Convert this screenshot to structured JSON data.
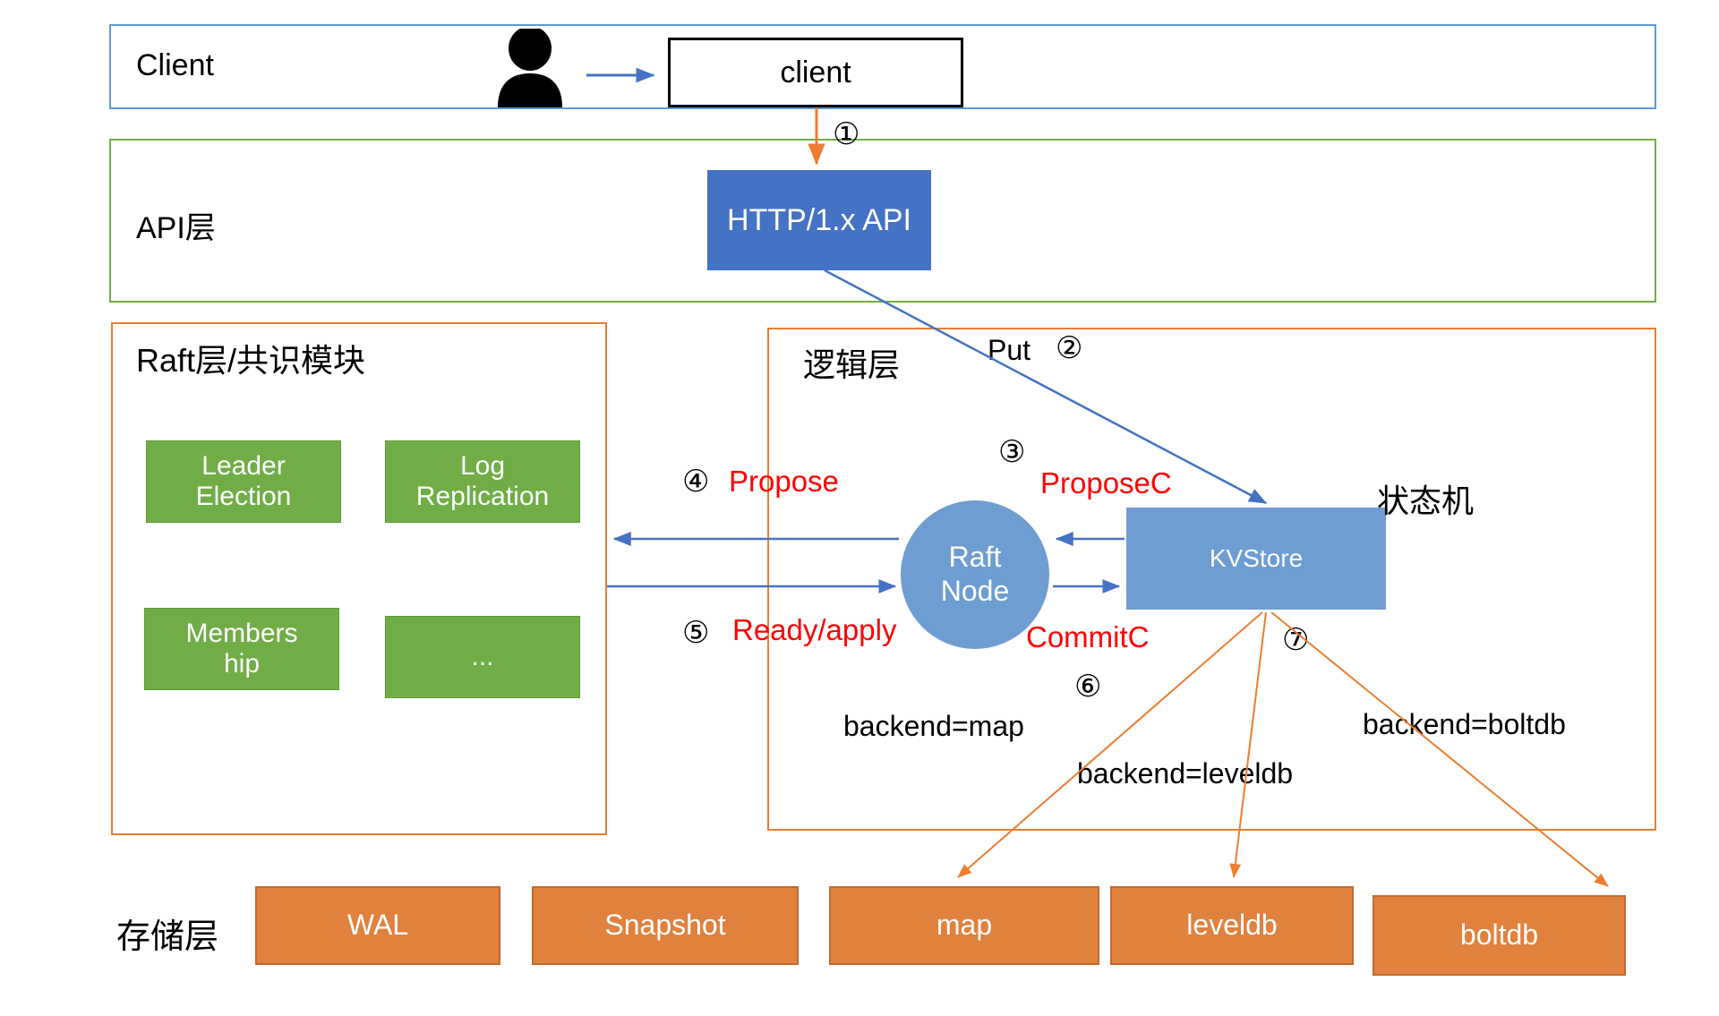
{
  "layers": {
    "client": {
      "title": "Client",
      "person_icon": "person-icon",
      "client_box": "client"
    },
    "api": {
      "title": "API层",
      "api_box": "HTTP/1.x API"
    },
    "raft": {
      "title": "Raft层/共识模块",
      "modules": [
        {
          "label": "Leader\nElection",
          "line1": "Leader",
          "line2": "Election"
        },
        {
          "label": "Log\nReplication",
          "line1": "Log",
          "line2": "Replication"
        },
        {
          "label": "Members\nhip",
          "line1": "Members",
          "line2": "hip"
        },
        {
          "label": "...",
          "line1": "...",
          "line2": ""
        }
      ]
    },
    "logic": {
      "title": "逻辑层",
      "raft_node_line1": "Raft",
      "raft_node_line2": "Node",
      "kvstore": "KVStore",
      "state_machine_label": "状态机"
    },
    "storage": {
      "title": "存储层",
      "boxes": [
        "WAL",
        "Snapshot",
        "map",
        "leveldb",
        "boltdb"
      ]
    }
  },
  "annotations": {
    "step1": "①",
    "step2": "②",
    "step3": "③",
    "step4": "④",
    "step5": "⑤",
    "step6": "⑥",
    "step7": "⑦",
    "put": "Put",
    "propose": "Propose",
    "proposec": "ProposeC",
    "ready_apply": "Ready/apply",
    "commitc": "CommitC",
    "backend_map": "backend=map",
    "backend_leveldb": "backend=leveldb",
    "backend_boltdb": "backend=boltdb"
  },
  "colors": {
    "client_frame": "#5B9BD5",
    "api_frame": "#70AD47",
    "raft_frame": "#ED7D31",
    "logic_frame": "#ED7D31",
    "api_box": "#4472C4",
    "module_green": "#70AD47",
    "node_blue": "#6E9DD1",
    "storage_orange": "#E0813D",
    "arrow_blue": "#4472C4",
    "arrow_orange": "#ED7D31",
    "label_red": "#FF0000"
  }
}
